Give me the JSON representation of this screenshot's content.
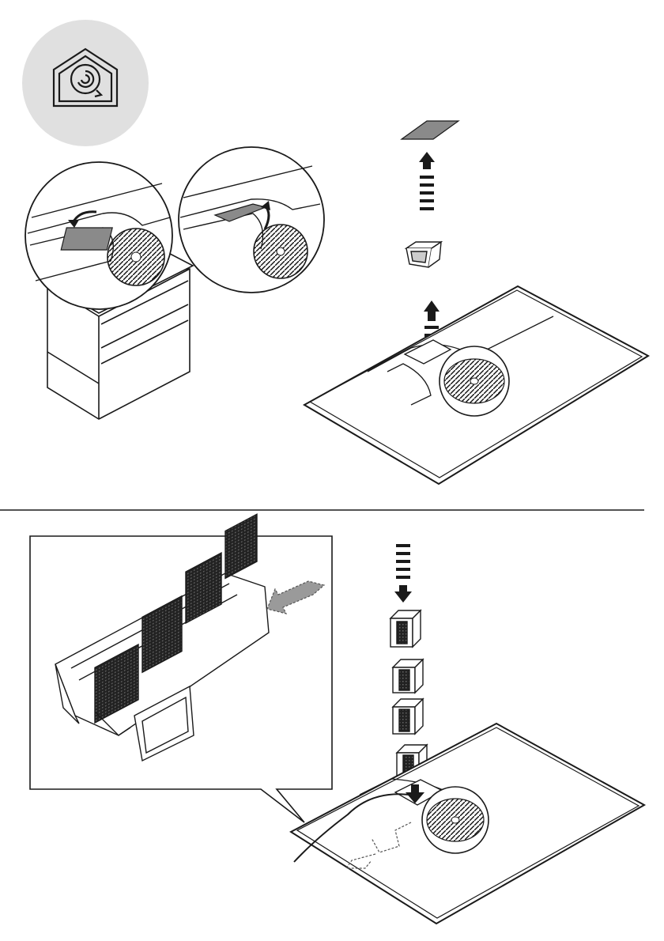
{
  "document": {
    "type": "installation-instruction-illustration",
    "panels": [
      {
        "id": "top-panel",
        "content": [
          "recirculation-mode-icon",
          "kitchen-cabinet-with-hob",
          "detail-lid-closed",
          "detail-lid-open",
          "lid-removal-arrow",
          "filter-holder-removal",
          "hob-top-view"
        ]
      },
      {
        "id": "bottom-panel",
        "content": [
          "filter-cassette-detail",
          "filter-blocks-insertion",
          "hob-top-view-with-duct"
        ]
      }
    ]
  },
  "icons": {
    "mode_badge": "recirculation-house-icon"
  },
  "colors": {
    "line": "#1a1a1a",
    "badge_bg": "#e0e0e0",
    "lid_fill": "#8a8a8a",
    "filter_dark": "#2b2b2b",
    "arrow_fill": "#1a1a1a",
    "dashed_arrow": "#9a9a9a"
  }
}
